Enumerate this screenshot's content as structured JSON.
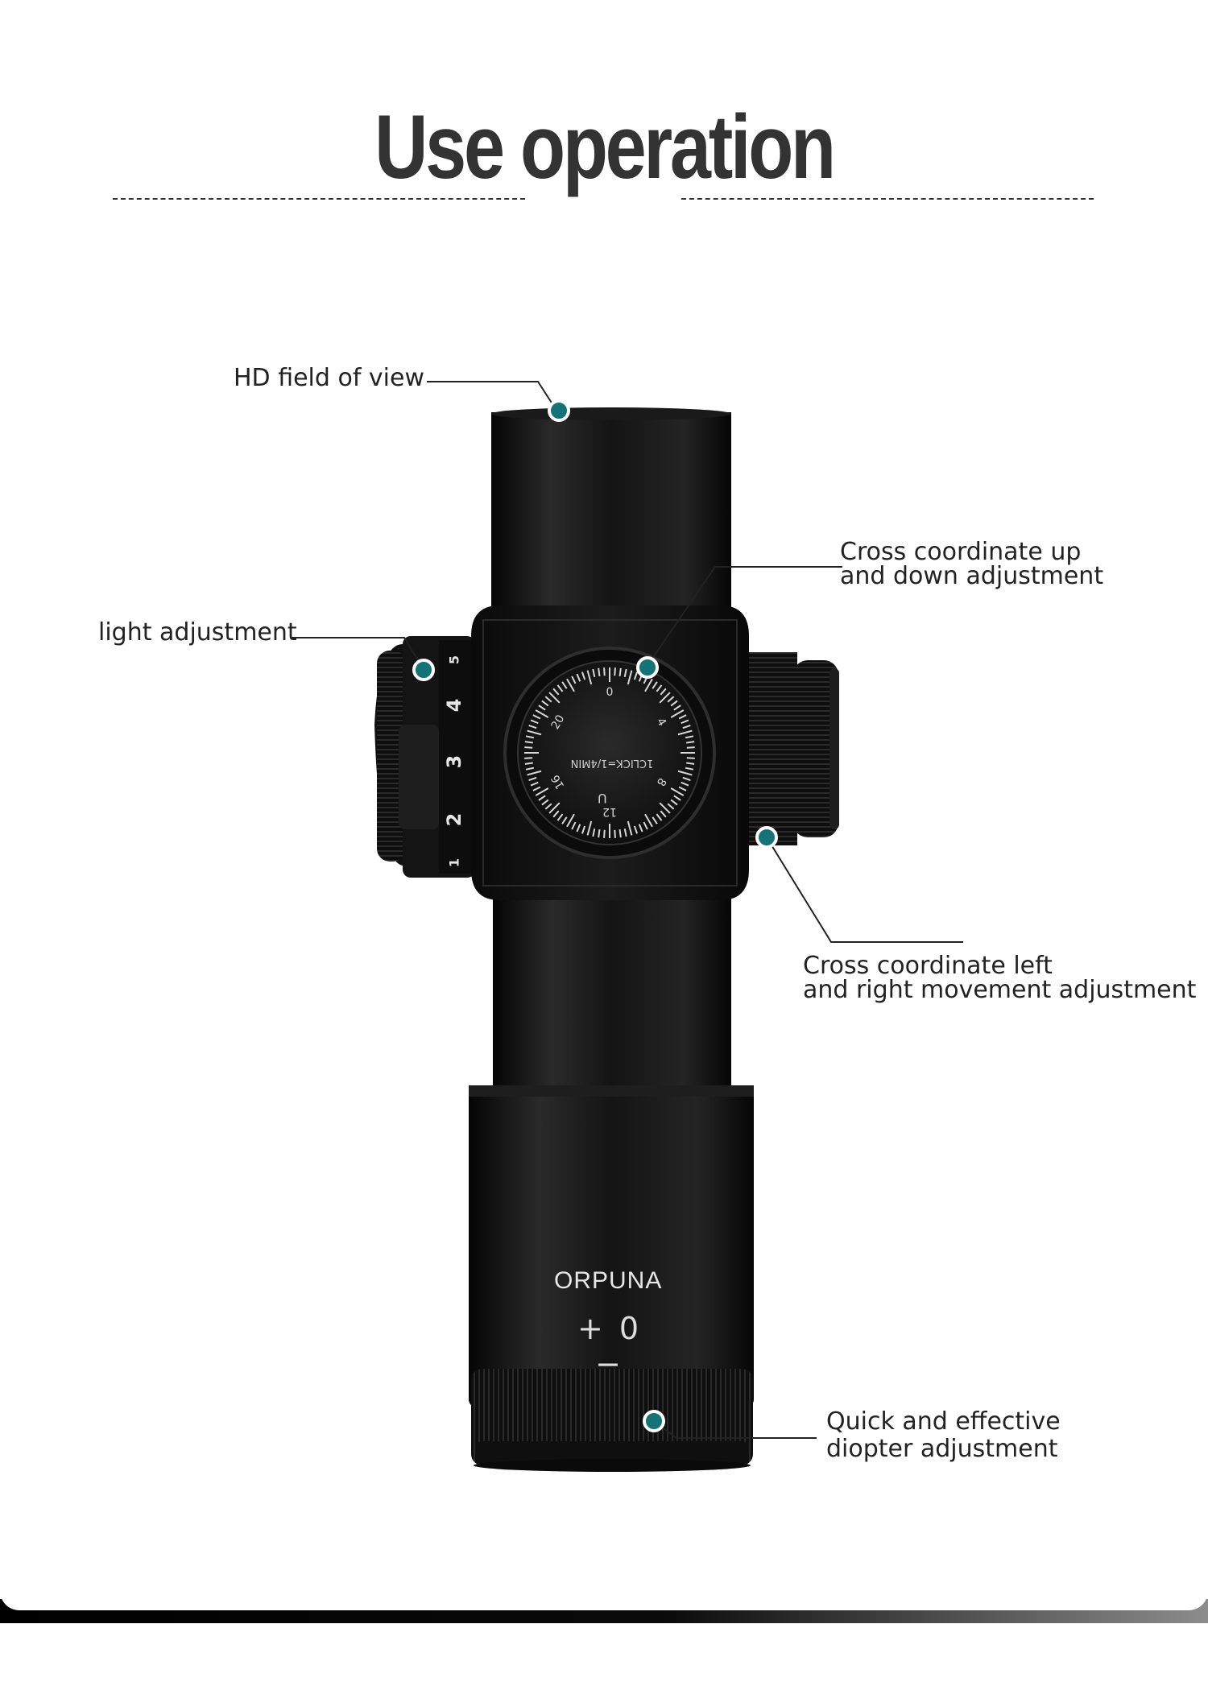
{
  "title": "Use operation",
  "product": {
    "brand": "ORPUNA",
    "diopter_marks": "+ 0 −",
    "turret": {
      "scale_text": "1CLICK=1/4MIN",
      "direction_letter": "U",
      "numbers": [
        "0",
        "4",
        "8",
        "12",
        "16",
        "20"
      ]
    },
    "illumination_numbers": [
      "1",
      "2",
      "3",
      "4",
      "5"
    ]
  },
  "callouts": {
    "hd_field": "HD field of view",
    "light": "light adjustment",
    "cross_up_line1": "Cross coordinate up",
    "cross_up_line2": "and down adjustment",
    "cross_lr_line1": "Cross coordinate left",
    "cross_lr_line2": "and right movement adjustment",
    "diopter_line1": "Quick and effective",
    "diopter_line2": "diopter adjustment"
  },
  "colors": {
    "accent_dot": "#137377",
    "title": "#333333",
    "scope_body": "#111111"
  }
}
